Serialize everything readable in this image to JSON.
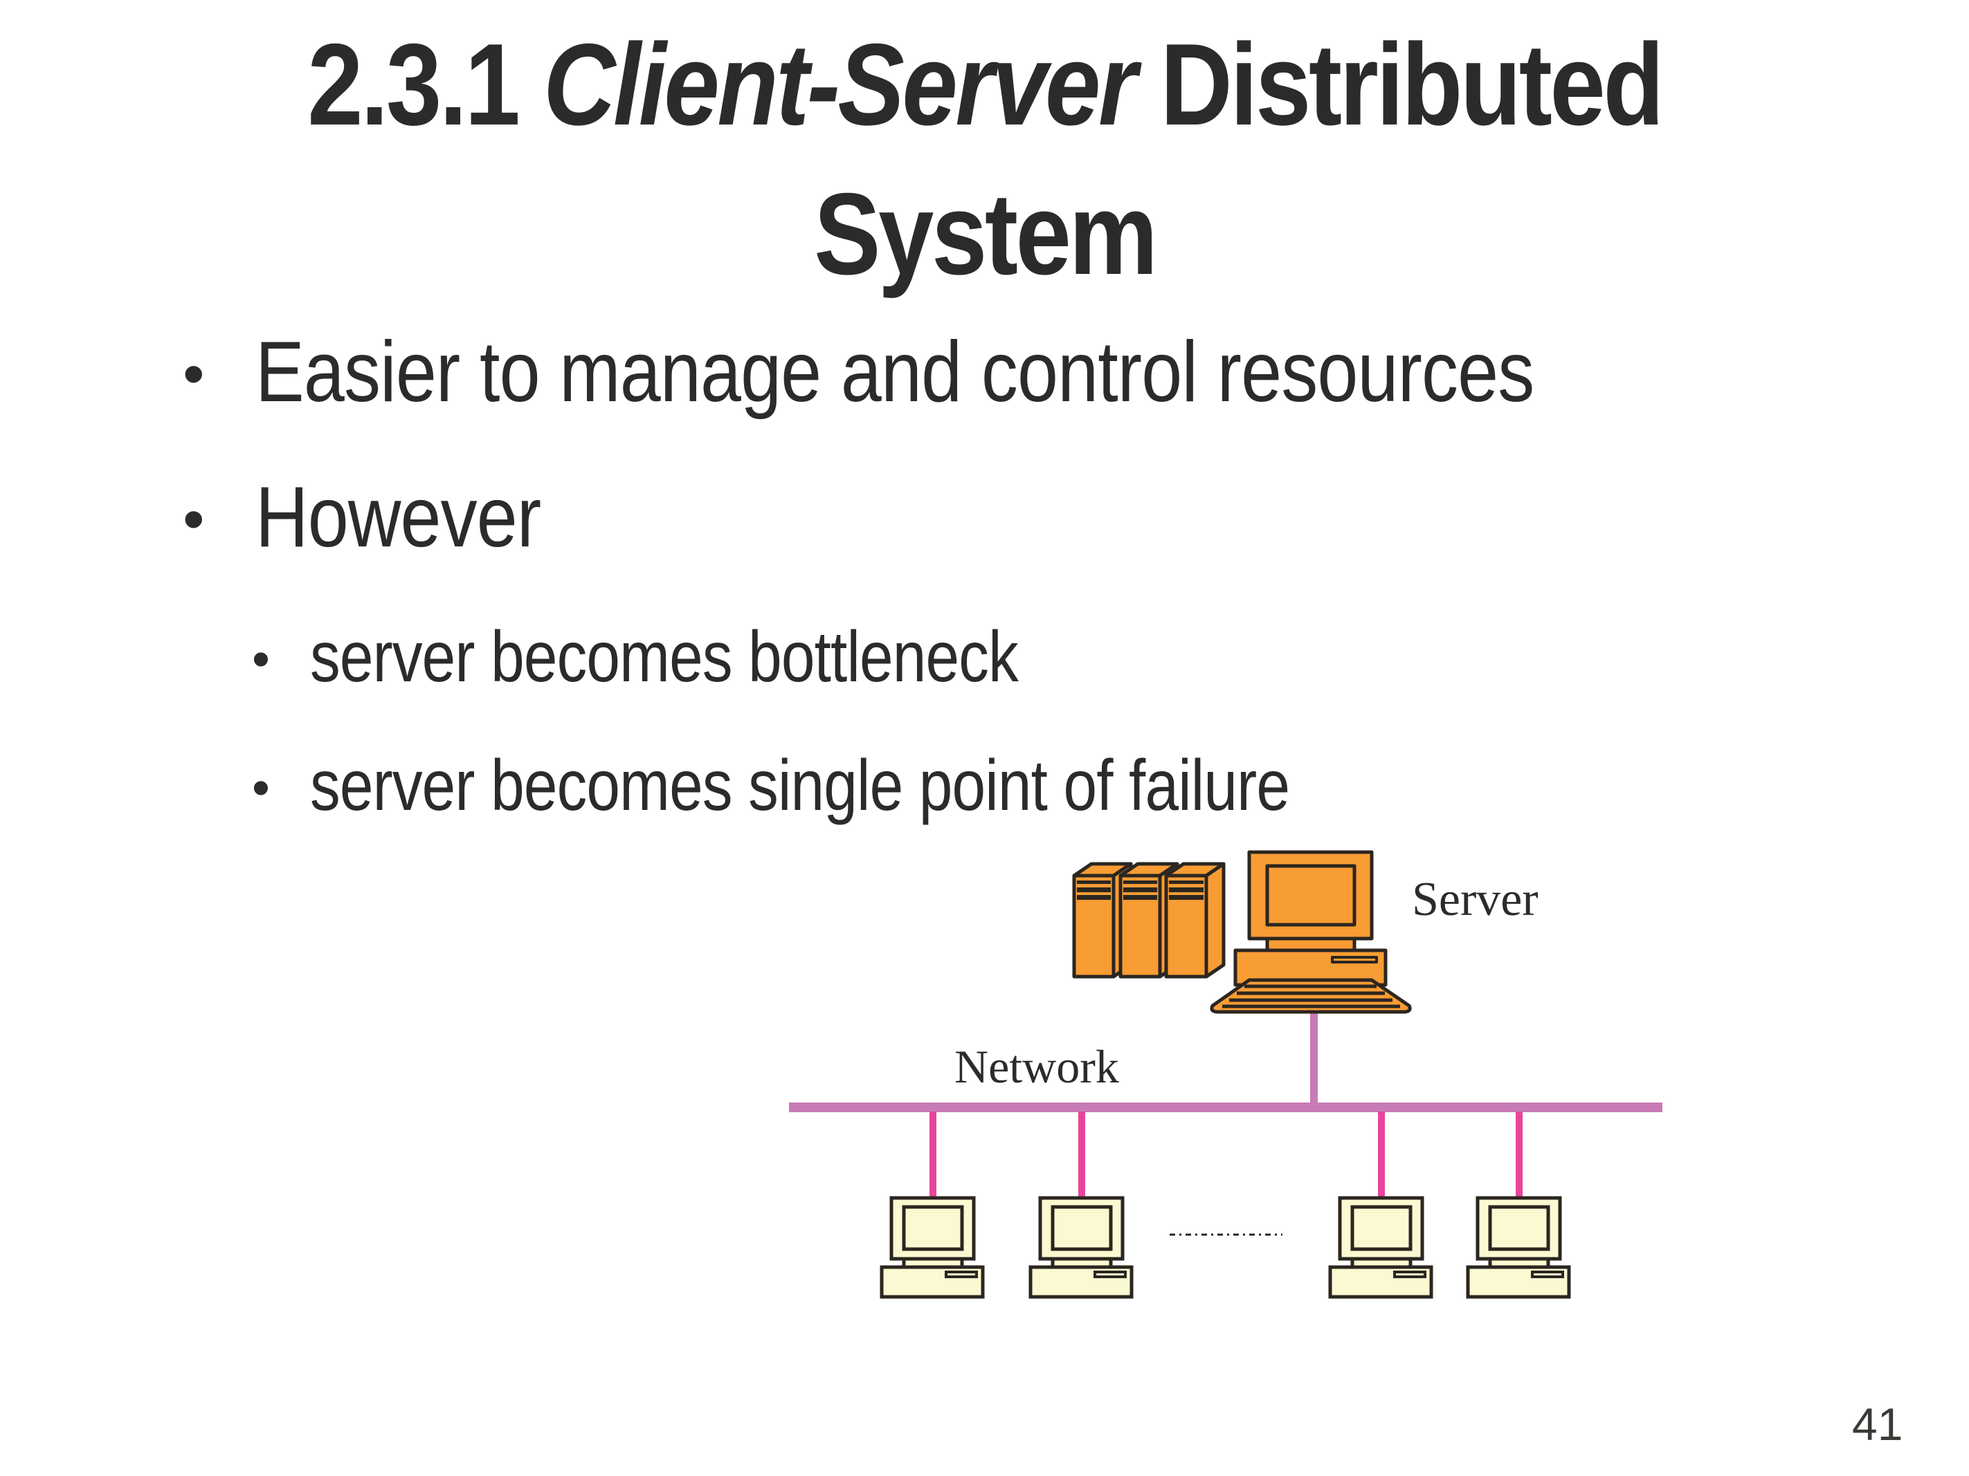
{
  "slide": {
    "title": {
      "number": "2.3.1",
      "italic_part": "Client-Server",
      "rest_line1": "Distributed",
      "line2": "System"
    },
    "bullets": [
      {
        "level": 1,
        "text": "Easier to manage and control resources"
      },
      {
        "level": 1,
        "text": "However"
      },
      {
        "level": 2,
        "text": "server becomes bottleneck"
      },
      {
        "level": 2,
        "text": "server becomes single point of failure"
      }
    ],
    "bullet_glyph": "•",
    "page_number": "41"
  },
  "diagram": {
    "server_label": "Server",
    "network_label": "Network",
    "server_group": {
      "towers": 3,
      "icon": "server-computer-icon"
    },
    "clients": [
      {
        "icon": "client-computer-icon"
      },
      {
        "icon": "client-computer-icon"
      },
      {
        "icon": "client-computer-icon"
      },
      {
        "icon": "client-computer-icon"
      }
    ],
    "ellipsis": "more clients",
    "colors": {
      "server_fill": "#f89c34",
      "client_fill": "#fbf9d2",
      "outline": "#2b2620",
      "bus": "#c87bb5",
      "client_link": "#e8459a",
      "text": "#2b2b2b"
    }
  }
}
